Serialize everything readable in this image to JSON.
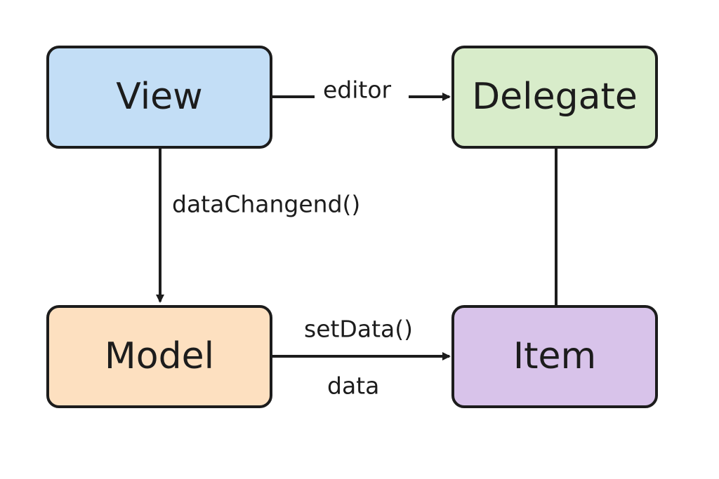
{
  "nodes": {
    "view": {
      "label": "View",
      "color": "#c3def6"
    },
    "delegate": {
      "label": "Delegate",
      "color": "#d8ecca"
    },
    "model": {
      "label": "Model",
      "color": "#fde0c0"
    },
    "item": {
      "label": "Item",
      "color": "#d8c3ea"
    }
  },
  "edges": {
    "view_to_delegate": {
      "label": "editor"
    },
    "view_to_model": {
      "label": "dataChangend()"
    },
    "model_to_item": {
      "label_top": "setData()",
      "label_bottom": "data"
    },
    "delegate_to_item": {}
  },
  "stroke_color": "#1c1c1c"
}
